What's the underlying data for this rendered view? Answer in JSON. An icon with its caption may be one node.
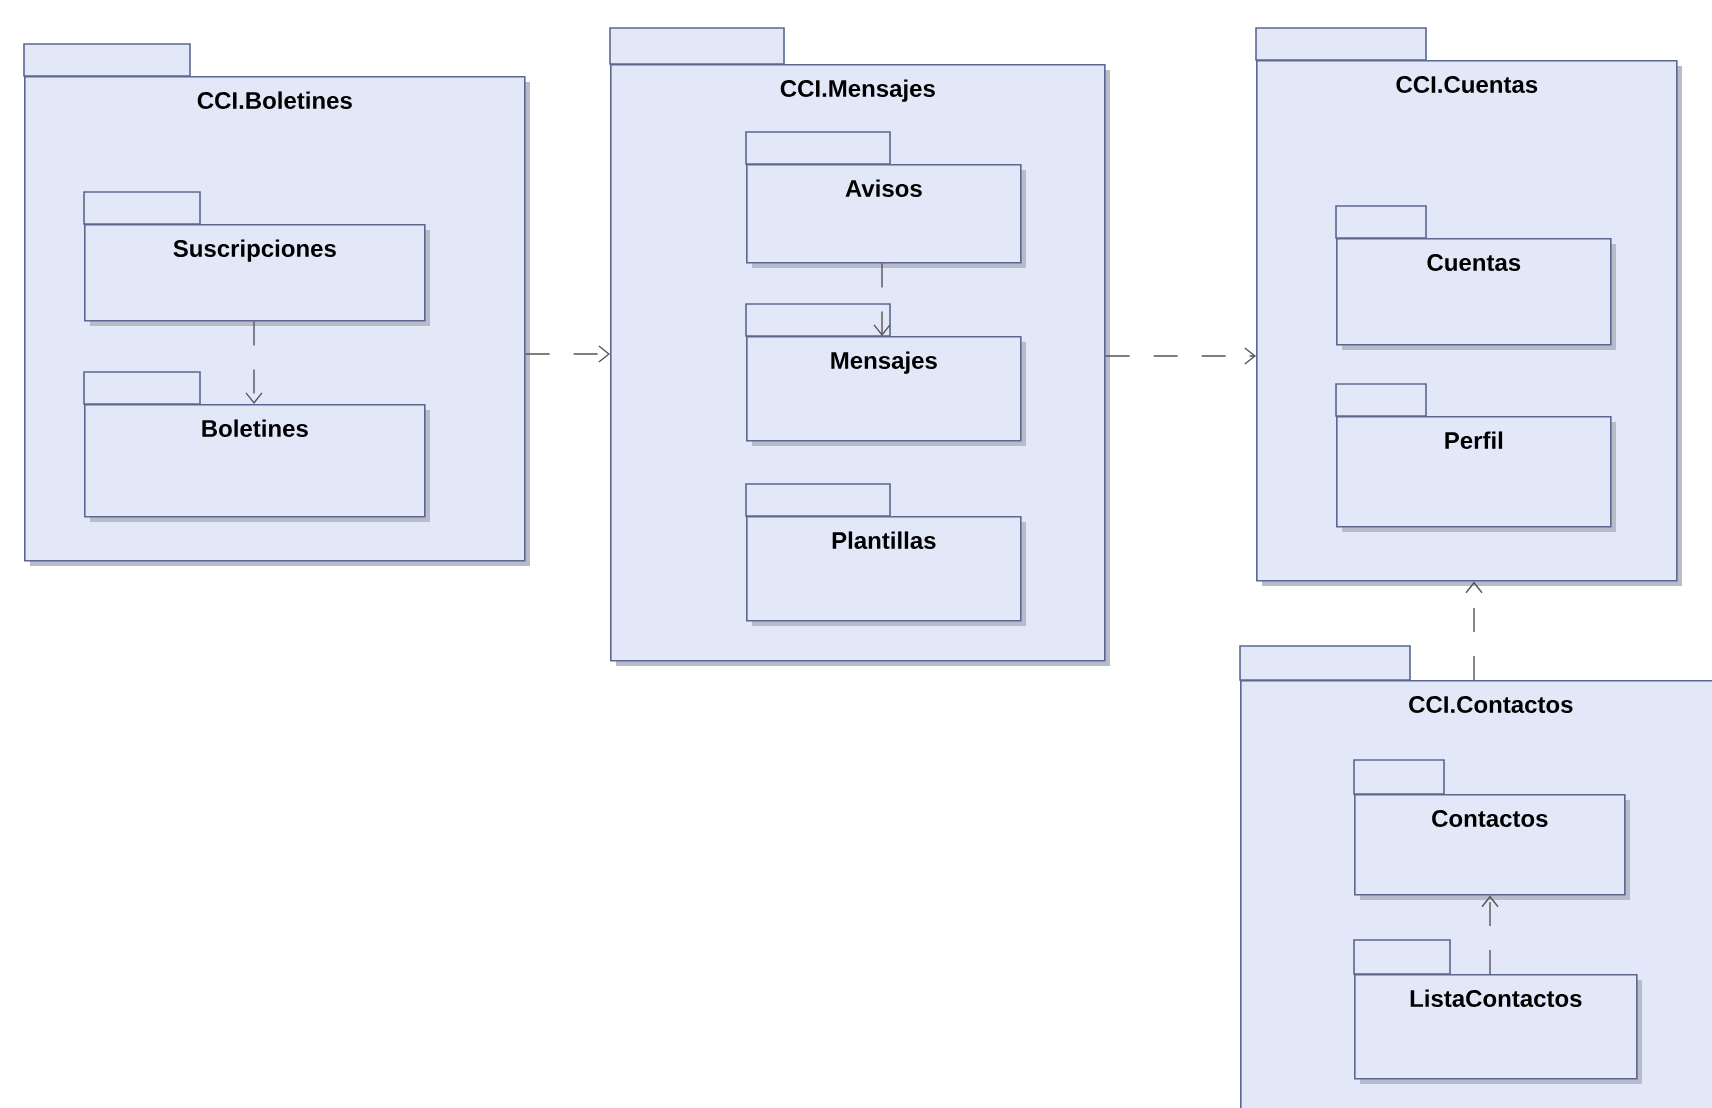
{
  "diagram": {
    "nodes": [
      {
        "text": [
          "CCI.Boletines"
        ]
      },
      {
        "text": [
          "Suscripciones"
        ],
        "in": 0
      },
      {
        "text": [
          "Boletines"
        ],
        "in": 0
      },
      {
        "text": [
          "CCI.Mensajes"
        ]
      },
      {
        "text": [
          "Avisos"
        ],
        "in": 3
      },
      {
        "text": [
          "Mensajes"
        ],
        "in": 3
      },
      {
        "text": [
          "Plantillas"
        ],
        "in": 3
      },
      {
        "text": [
          "CCI.Cuentas"
        ]
      },
      {
        "text": [
          "Cuentas"
        ],
        "in": 7
      },
      {
        "text": [
          "Perfil"
        ],
        "in": 7
      },
      {
        "text": [
          "CCI.Contactos"
        ]
      },
      {
        "text": [
          "Contactos"
        ],
        "in": 10
      },
      {
        "text": [
          "ListaContactos"
        ],
        "in": 10
      }
    ],
    "edges": [
      {
        "from": 1,
        "to": 2,
        "arrow": "to",
        "style": "dashed"
      },
      {
        "from": 0,
        "to": 3,
        "arrow": "to",
        "style": "dashed"
      },
      {
        "from": 4,
        "to": 5,
        "arrow": "to",
        "style": "dashed"
      },
      {
        "from": 3,
        "to": 7,
        "arrow": "to",
        "style": "dashed"
      },
      {
        "from": 10,
        "to": 7,
        "arrow": "to",
        "style": "dashed"
      },
      {
        "from": 12,
        "to": 11,
        "arrow": "to",
        "style": "dashed"
      }
    ]
  }
}
